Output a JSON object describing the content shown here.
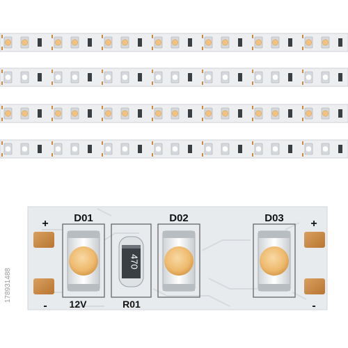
{
  "strips": [
    {
      "variant": "warm",
      "led_color": "#f2c27b"
    },
    {
      "variant": "cool",
      "led_color": "#ffffff"
    },
    {
      "variant": "warm",
      "led_color": "#f2c27b"
    },
    {
      "variant": "cool",
      "led_color": "#ffffff"
    }
  ],
  "board": {
    "pad_plus_left": "+",
    "pad_minus_left": "-",
    "pad_plus_right": "+",
    "pad_minus_right": "-",
    "components": [
      {
        "ref": "D01",
        "type": "led",
        "color": "#efc17d"
      },
      {
        "ref": "R01",
        "type": "resistor",
        "marking": "470"
      },
      {
        "ref": "D02",
        "type": "led",
        "color": "#efc17d"
      },
      {
        "ref": "D03",
        "type": "led",
        "color": "#efc17d"
      }
    ],
    "voltage": "12V",
    "pad_color": "#c98a45",
    "board_color": "#e9ecef"
  },
  "stock_id": "178931488"
}
